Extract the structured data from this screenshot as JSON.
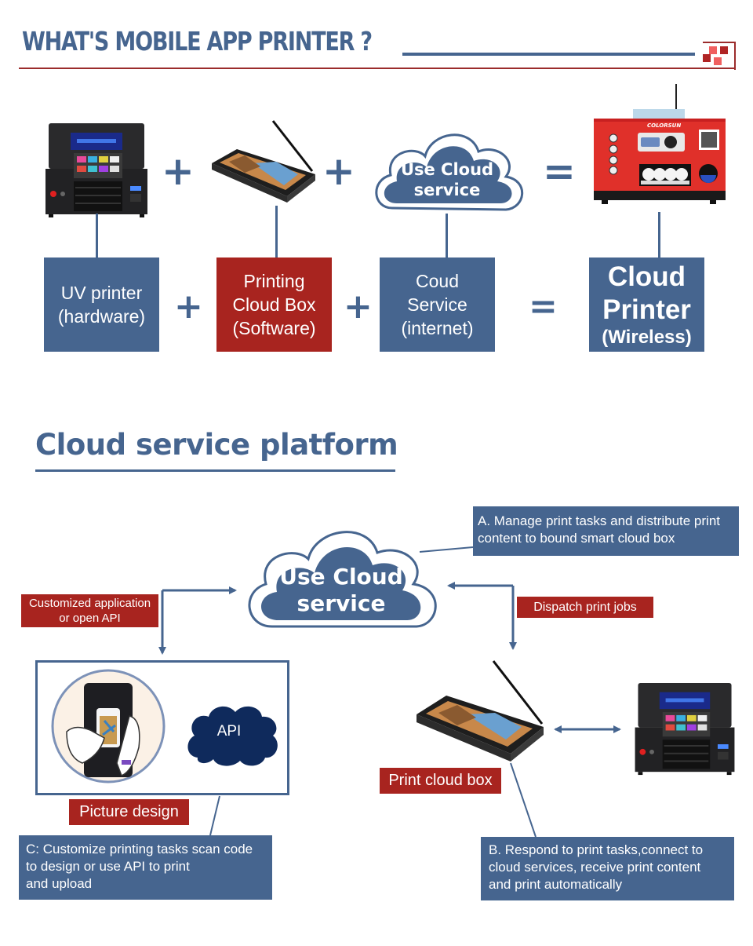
{
  "header": {
    "title": "WHAT'S MOBILE APP PRINTER ?",
    "logo_icon": "checker-squares-icon"
  },
  "colors": {
    "primary_blue": "#46658f",
    "accent_red": "#a8241f",
    "dark_navy": "#0f2a5c",
    "printer_red": "#e0302a"
  },
  "equation": {
    "images": [
      {
        "name": "uv-printer-image",
        "kind": "UV flatbed printer"
      },
      {
        "name": "cloud-box-image",
        "kind": "Tablet-style cloud box with antenna"
      },
      {
        "name": "cloud-image",
        "text": "Use Cloud\nservice"
      },
      {
        "name": "cloud-printer-image",
        "brand": "COLORSUN"
      }
    ],
    "operators": [
      "+",
      "+",
      "="
    ],
    "boxes": [
      {
        "text": "UV printer\n(hardware)",
        "color": "blue"
      },
      {
        "text": "Printing\nCloud Box\n(Software)",
        "color": "red"
      },
      {
        "text": "Coud\nService\n(internet)",
        "color": "blue"
      },
      {
        "title": "Cloud\nPrinter",
        "subtitle": "(Wireless)",
        "color": "blue"
      }
    ],
    "box_operators": [
      "+",
      "+",
      "="
    ]
  },
  "platform": {
    "title": "Cloud service platform",
    "cloud_text": "Use Cloud\nservice",
    "label_api": "Customized application\nor open API",
    "label_dispatch": "Dispatch print jobs",
    "desc_a": "A. Manage print tasks and distribute print\n   content to bound smart cloud box",
    "api_cloud_text": "API",
    "label_picture": "Picture design",
    "desc_c": "C: Customize printing tasks scan code\n     to design or use API to print\n     and upload",
    "label_printbox": "Print cloud box",
    "desc_b": "B. Respond to print tasks,connect to\n   cloud services,  receive print content\n   and print automatically"
  }
}
